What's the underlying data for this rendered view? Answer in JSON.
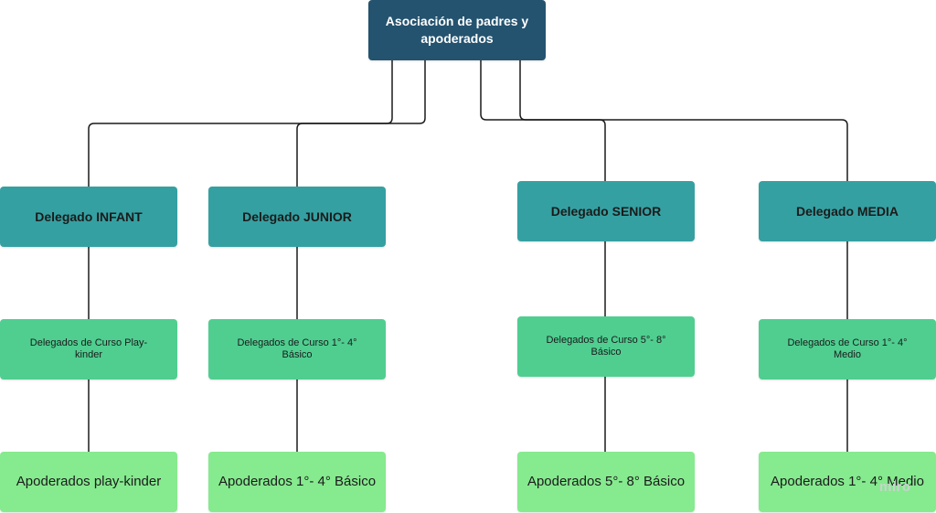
{
  "root": {
    "label": "Asociación de padres y apoderados"
  },
  "branches": [
    {
      "delegate": "Delegado INFANT",
      "course_delegates": "Delegados de Curso Play-kinder",
      "parents": "Apoderados play-kinder"
    },
    {
      "delegate": "Delegado JUNIOR",
      "course_delegates": "Delegados de Curso 1°- 4° Básico",
      "parents": "Apoderados 1°- 4° Básico"
    },
    {
      "delegate": "Delegado SENIOR",
      "course_delegates": "Delegados de Curso 5°- 8° Básico",
      "parents": "Apoderados 5°- 8° Básico"
    },
    {
      "delegate": "Delegado MEDIA",
      "course_delegates": "Delegados de Curso 1°- 4° Medio",
      "parents": "Apoderados 1°- 4° Medio"
    }
  ],
  "watermark": "miro",
  "colors": {
    "root": "#24536f",
    "delegate": "#35a0a2",
    "course_delegates": "#4fce90",
    "parents": "#86ea8f",
    "connector": "#1a1a1a"
  }
}
